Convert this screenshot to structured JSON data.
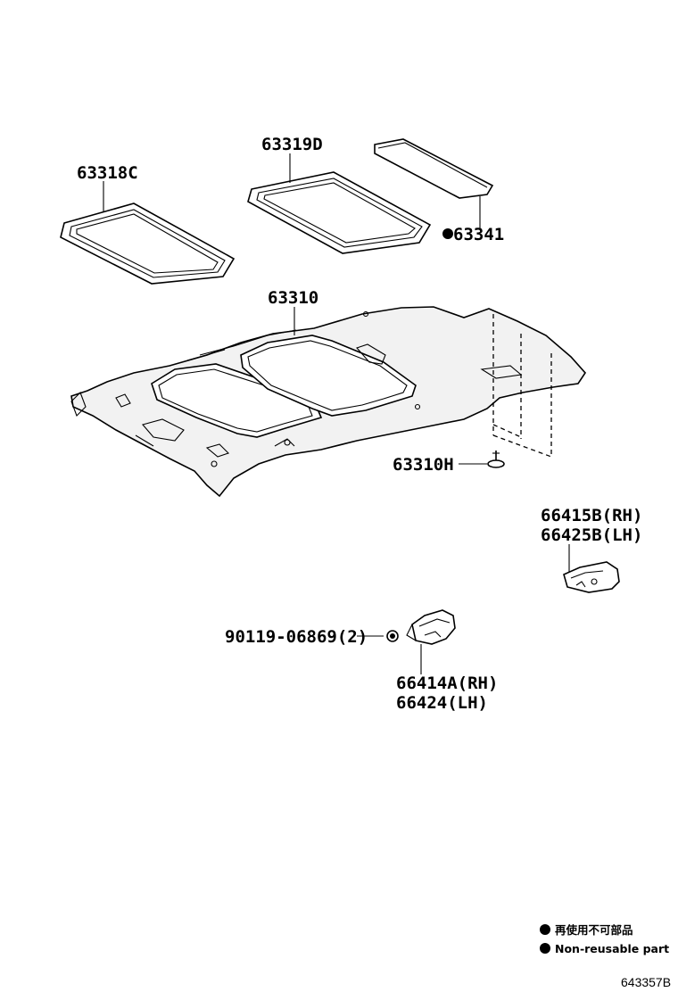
{
  "parts": {
    "p63318c": "63318C",
    "p63319d": "63319D",
    "p63341": "63341",
    "p63310": "63310",
    "p63310h": "63310H",
    "p66415b": "66415B(RH)",
    "p66425b": "66425B(LH)",
    "p90119": "90119-06869(2)",
    "p66414a": "66414A(RH)",
    "p66424": "66424(LH)"
  },
  "legend": {
    "japanese": "再使用不可部品",
    "english": "Non-reusable part"
  },
  "diagram_code": "643357B",
  "colors": {
    "line": "#000000",
    "fill_light": "#f2f2f2",
    "background": "#ffffff"
  }
}
